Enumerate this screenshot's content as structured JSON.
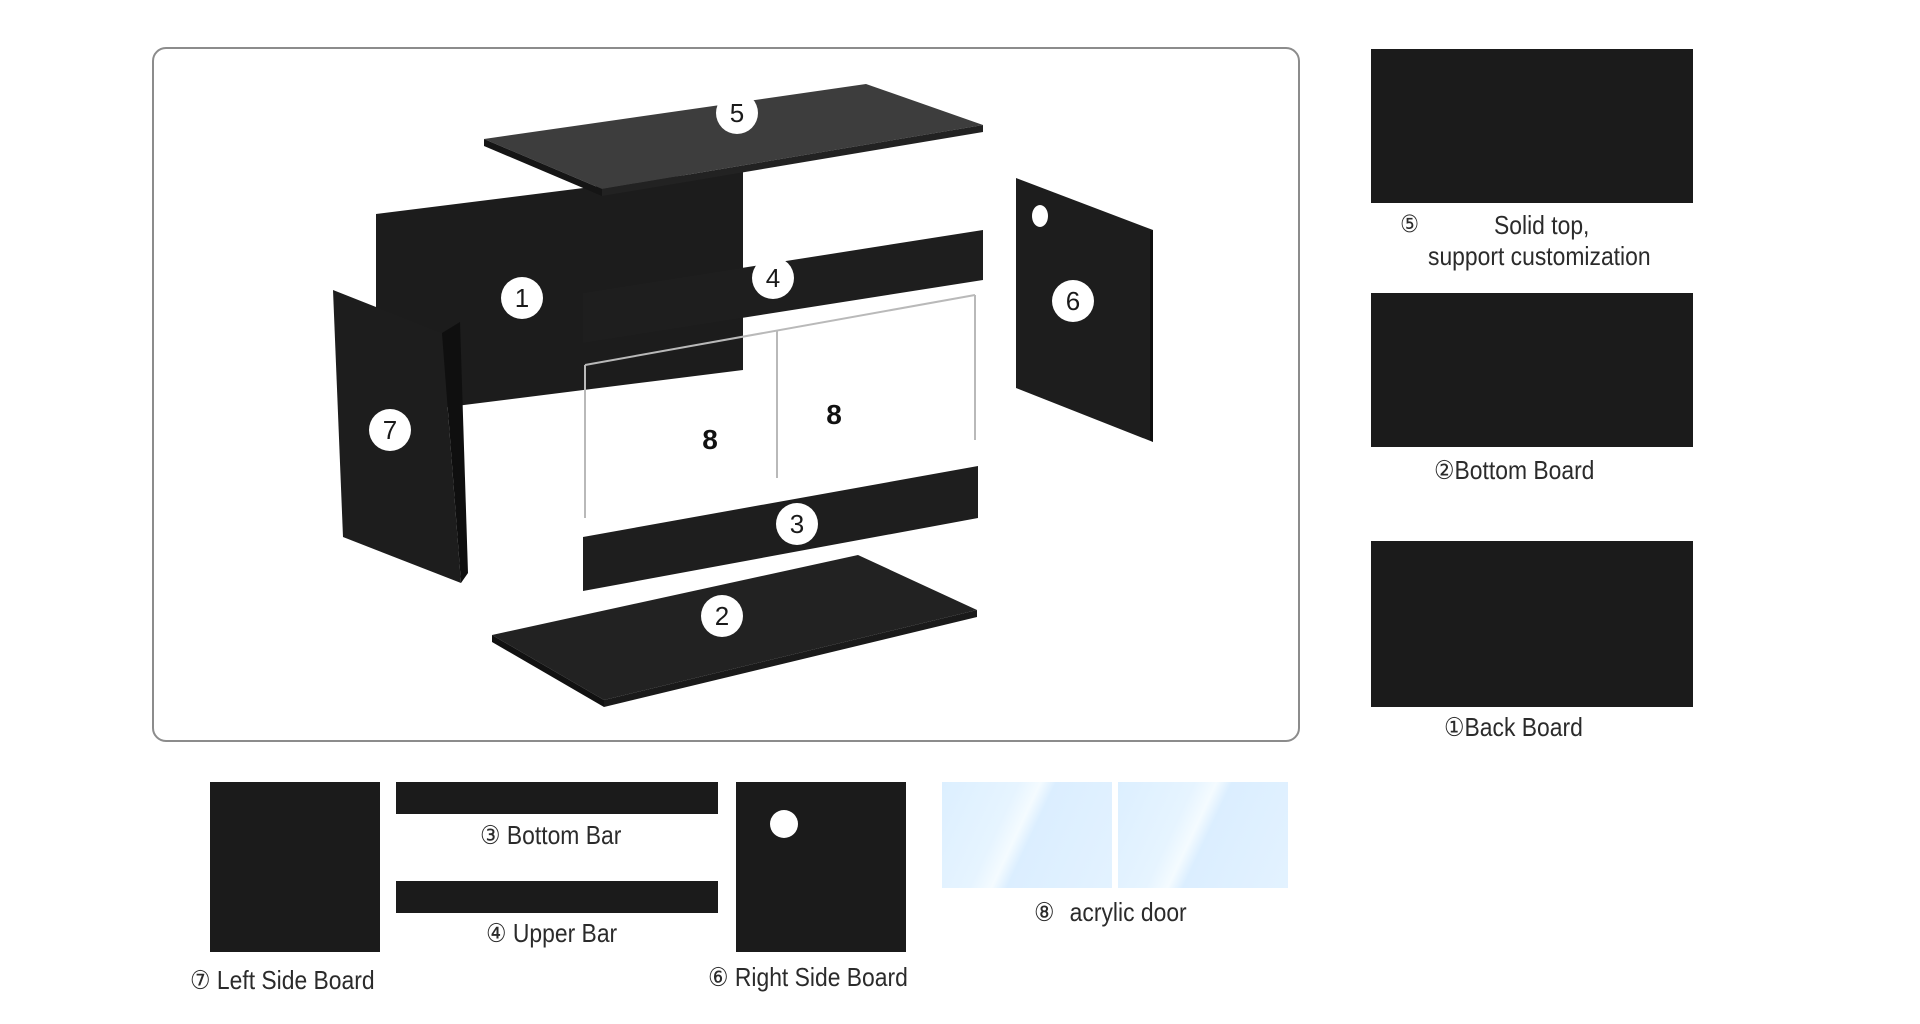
{
  "diagram": {
    "callouts": [
      "1",
      "2",
      "3",
      "4",
      "5",
      "6",
      "7"
    ],
    "door_labels": [
      "8",
      "8"
    ]
  },
  "parts": {
    "solid_top": {
      "num": "⑤",
      "line1": "Solid top,",
      "line2": "support customization"
    },
    "bottom_board": {
      "num": "②",
      "text": "Bottom Board"
    },
    "back_board": {
      "num": "①",
      "text": "Back Board"
    },
    "left_side_board": {
      "num": "⑦",
      "text": "Left Side Board"
    },
    "bottom_bar": {
      "num": "③",
      "text": "Bottom Bar"
    },
    "upper_bar": {
      "num": "④",
      "text": "Upper Bar"
    },
    "right_side_board": {
      "num": "⑥",
      "text": "Right Side Board"
    },
    "acrylic_door": {
      "num": "⑧",
      "text": "acrylic door"
    }
  },
  "colors": {
    "board": "#1b1b1b",
    "frame_border": "#8c8c8c",
    "acrylic": "#dcefff",
    "background": "#ffffff"
  }
}
